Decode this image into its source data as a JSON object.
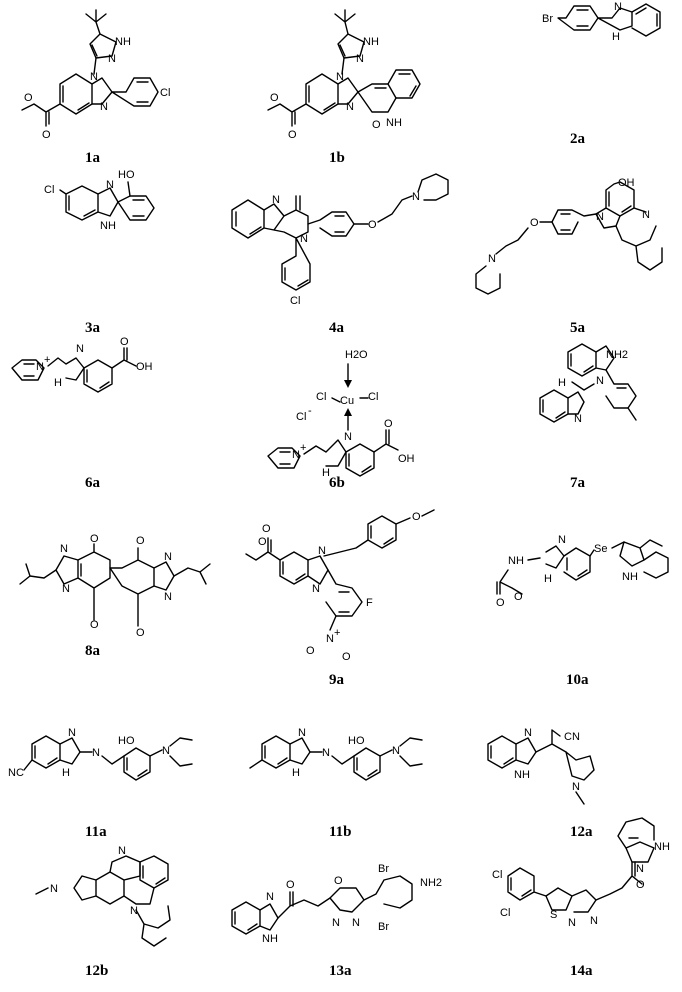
{
  "compounds": [
    {
      "label": "1a"
    },
    {
      "label": "1b"
    },
    {
      "label": "2a"
    },
    {
      "label": "3a"
    },
    {
      "label": "4a"
    },
    {
      "label": "5a"
    },
    {
      "label": "6a"
    },
    {
      "label": "6b"
    },
    {
      "label": "7a"
    },
    {
      "label": "8a"
    },
    {
      "label": "9a"
    },
    {
      "label": "10a"
    },
    {
      "label": "11a"
    },
    {
      "label": "11b"
    },
    {
      "label": "12a"
    },
    {
      "label": "12b"
    },
    {
      "label": "13a"
    },
    {
      "label": "14a"
    }
  ],
  "atoms": {
    "nh": "NH",
    "n": "N",
    "h": "H",
    "n_plus": "N",
    "n_plus_charge": "+",
    "cl": "Cl",
    "cl_minus": "Cl",
    "minus": "-",
    "cu": "Cu",
    "br": "Br",
    "f": "F",
    "o": "O",
    "oh": "OH",
    "ho": "HO",
    "h2o": "H2O",
    "nh2": "NH2",
    "se": "Se",
    "s": "S",
    "nc": "NC",
    "cn": "CN",
    "no2_n": "N",
    "plus": "+",
    "minus_o": "O"
  }
}
